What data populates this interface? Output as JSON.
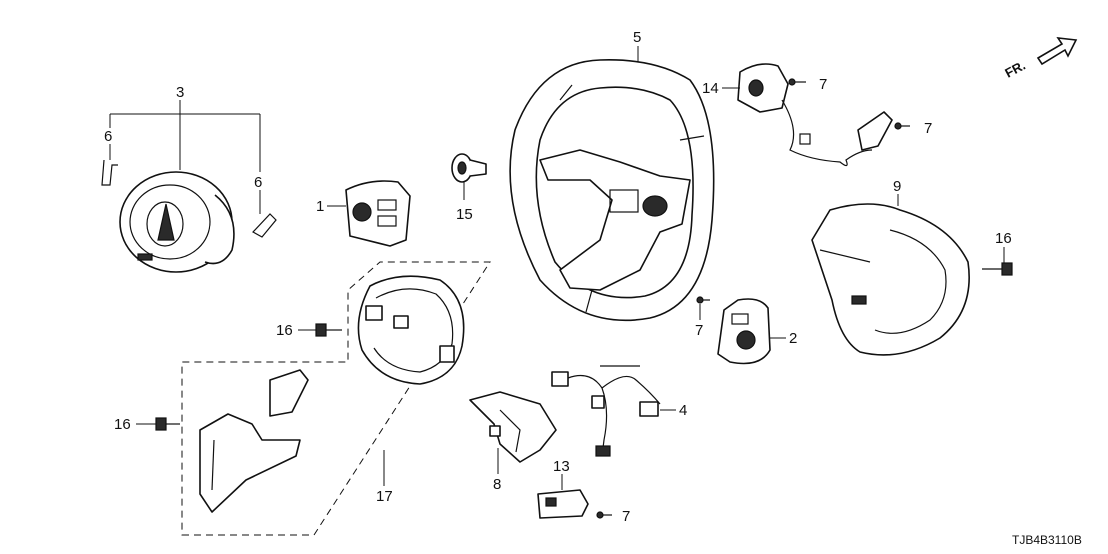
{
  "diagram_code": "TJB4B3110B",
  "direction_label": "FR.",
  "callouts": {
    "p1": "1",
    "p2": "2",
    "p3": "3",
    "p4": "4",
    "p5": "5",
    "p6a": "6",
    "p6b": "6",
    "p7a": "7",
    "p7b": "7",
    "p7c": "7",
    "p7d": "7",
    "p8": "8",
    "p9": "9",
    "p13": "13",
    "p14": "14",
    "p15": "15",
    "p16a": "16",
    "p16b": "16",
    "p16c": "16",
    "p17": "17"
  }
}
